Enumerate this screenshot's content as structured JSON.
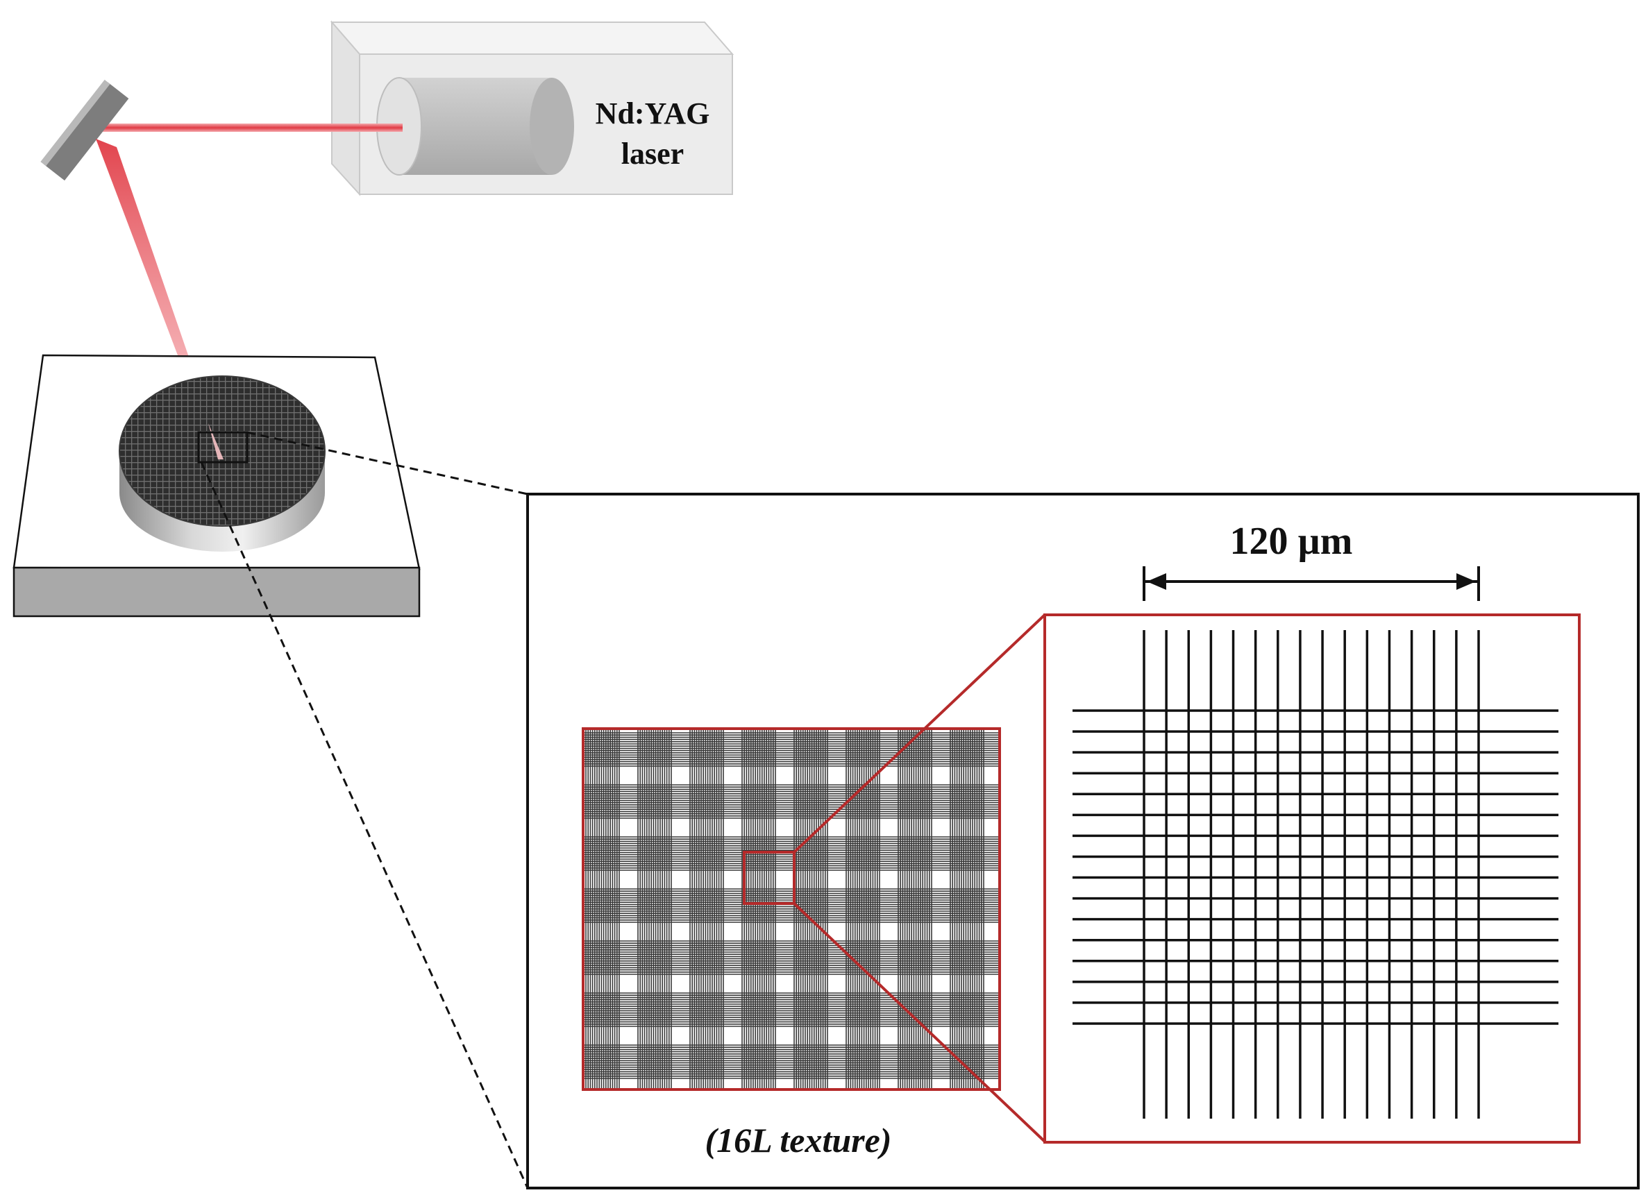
{
  "laser": {
    "name_line1": "Nd:YAG",
    "name_line2": "laser"
  },
  "scale_bar": {
    "label": "120 µm"
  },
  "texture": {
    "caption": "(16L texture)",
    "lines_per_direction": 16
  },
  "colors": {
    "beam": "#e8545a",
    "highlight_frame": "#b52a2a",
    "housing": "#eeeeee",
    "cylinder": "#c4c4c4",
    "mirror": "#7d7d7d",
    "stage_side": "#a9a9a9",
    "disk_top": "#2b2b2b"
  }
}
